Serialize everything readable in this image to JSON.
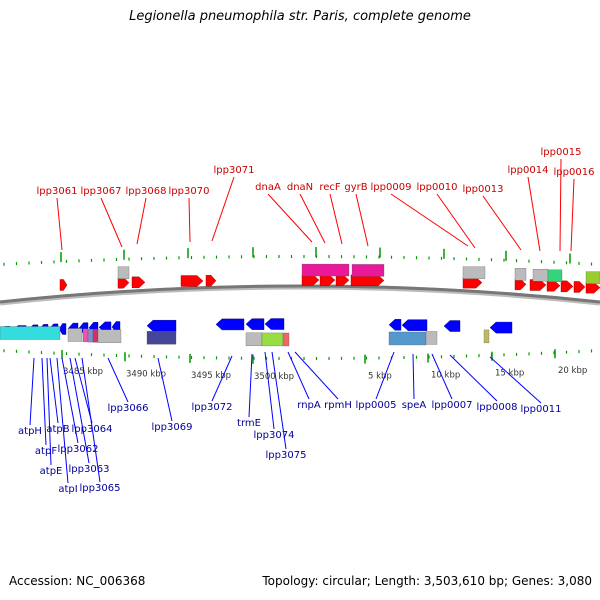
{
  "title": "Legionella pneumophila str. Paris, complete genome",
  "footer": {
    "accession": "Accession: NC_006368",
    "summary": "Topology: circular; Length: 3,503,610 bp; Genes: 3,080"
  },
  "colors": {
    "forward": "#ff0000",
    "reverse": "#0000ff",
    "forward_label": "#cc0000",
    "reverse_label": "#000099",
    "tick": "#009900",
    "backbone": "#777777"
  },
  "ticks": [
    {
      "label": "3485 kbp"
    },
    {
      "label": "3490 kbp"
    },
    {
      "label": "3495 kbp"
    },
    {
      "label": "3500 kbp"
    },
    {
      "label": "5 kbp"
    },
    {
      "label": "10 kbp"
    },
    {
      "label": "15 kbp"
    },
    {
      "label": "20 kbp"
    }
  ],
  "forward_genes": [
    "lpp3061",
    "lpp3067",
    "lpp3068",
    "lpp3070",
    "lpp3071",
    "dnaA",
    "dnaN",
    "recF",
    "gyrB",
    "lpp0009",
    "lpp0010",
    "lpp0013",
    "lpp0014",
    "lpp0015",
    "lpp0016"
  ],
  "reverse_genes": [
    "atpH",
    "atpF",
    "atpE",
    "atpB",
    "atpI",
    "lpp3062",
    "lpp3063",
    "lpp3064",
    "lpp3065",
    "lpp3066",
    "lpp3069",
    "lpp3072",
    "trmE",
    "lpp3074",
    "lpp3075",
    "rnpA",
    "rpmH",
    "lpp0005",
    "speA",
    "lpp0007",
    "lpp0008",
    "lpp0011"
  ]
}
